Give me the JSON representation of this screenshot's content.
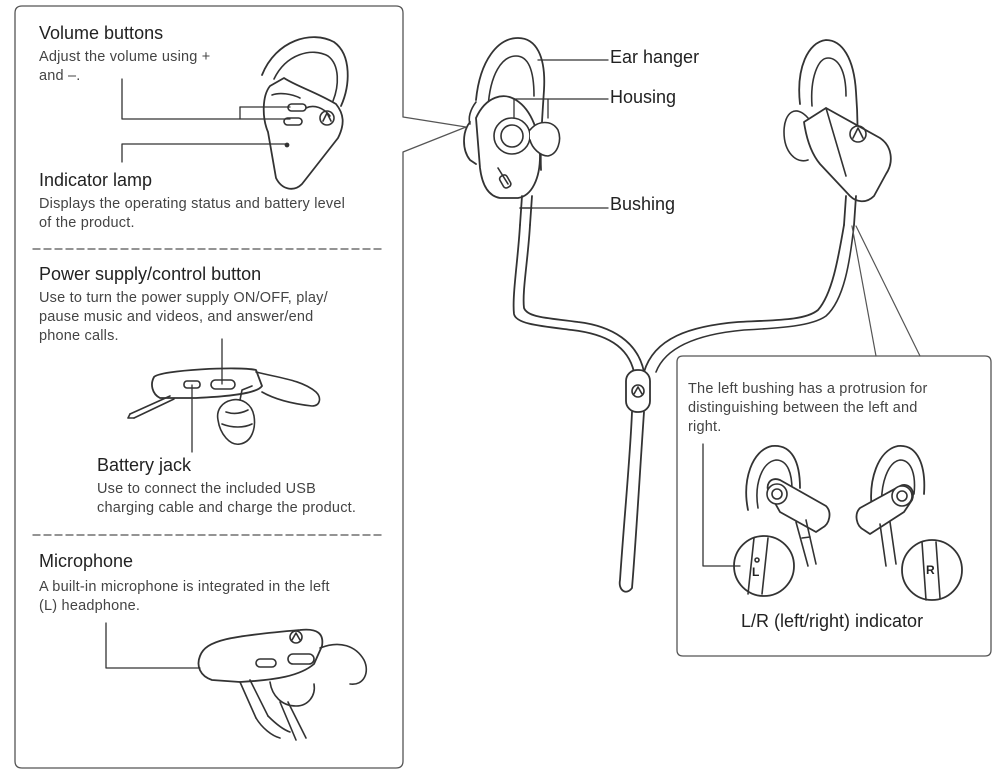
{
  "left_panel": {
    "volume": {
      "title": "Volume buttons",
      "desc": [
        "Adjust the volume using +",
        "and –."
      ]
    },
    "indicator": {
      "title": "Indicator lamp",
      "desc": [
        "Displays the operating status and battery level",
        "of the product."
      ]
    },
    "power": {
      "title": "Power supply/control button",
      "desc": [
        "Use to turn the power supply ON/OFF, play/",
        "pause music and videos, and answer/end",
        "phone calls."
      ]
    },
    "battery": {
      "title": "Battery jack",
      "desc": [
        "Use to connect the included USB",
        "charging cable and charge the product."
      ]
    },
    "microphone": {
      "title": "Microphone",
      "desc": [
        "A built-in microphone is integrated in the left",
        "(L) headphone."
      ]
    }
  },
  "main_diagram": {
    "ear_hanger": "Ear hanger",
    "housing": "Housing",
    "bushing": "Bushing"
  },
  "lr_panel": {
    "desc": [
      "The left bushing has a protrusion for",
      "distinguishing between the left and",
      "right."
    ],
    "left_mark": "L",
    "right_mark": "R",
    "caption": "L/R (left/right) indicator"
  },
  "colors": {
    "line": "#333333",
    "frame": "#555555"
  }
}
